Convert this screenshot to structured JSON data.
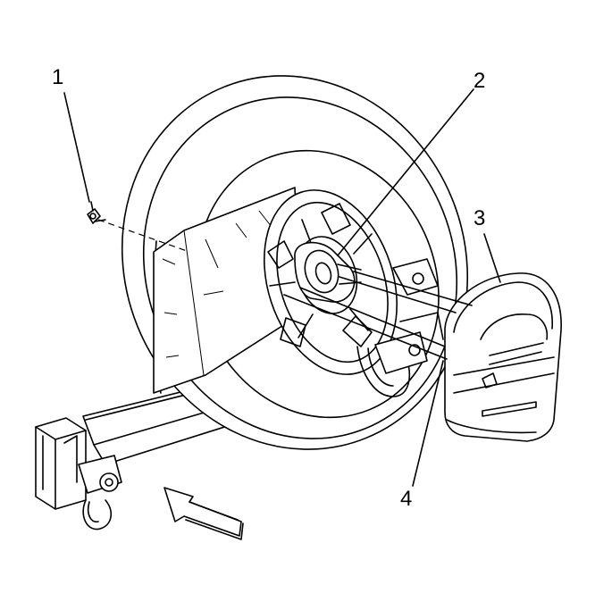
{
  "callouts": [
    {
      "id": "1",
      "text": "1"
    },
    {
      "id": "2",
      "text": "2"
    },
    {
      "id": "3",
      "text": "3"
    },
    {
      "id": "4",
      "text": "4"
    }
  ],
  "icons": [
    "direction-arrow-icon"
  ],
  "colors": {
    "line": "#000000",
    "background": "#ffffff"
  }
}
